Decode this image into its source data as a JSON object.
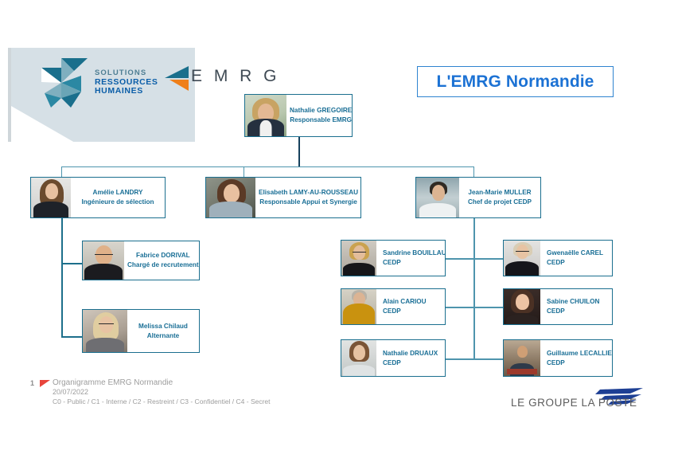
{
  "slide": {
    "title": "L'EMRG Normandie",
    "brand_srh": {
      "line1": "SOLUTIONS",
      "line2": "RESSOURCES",
      "line3": "HUMAINES",
      "logo_name": "solutions-rh-pinwheel-logo"
    },
    "brand_emrg": {
      "wordmark": "E M R G",
      "logo_name": "emrg-triangle-logo"
    }
  },
  "org": {
    "lead": {
      "name": "Nathalie GREGOIRE",
      "role": "Responsable EMRG"
    },
    "managers": [
      {
        "name": "Amélie LANDRY",
        "role": "Ingénieure de sélection"
      },
      {
        "name": "Elisabeth LAMY-AU-ROUSSEAU",
        "role": "Responsable Appui et Synergie"
      },
      {
        "name": "Jean-Marie MULLER",
        "role": "Chef de projet CEDP"
      }
    ],
    "recruitment_team": [
      {
        "name": "Fabrice DORIVAL",
        "role": "Chargé de recrutement"
      },
      {
        "name": "Melissa Chilaud",
        "role": "Alternante"
      }
    ],
    "cedp_left": [
      {
        "name": "Sandrine BOUILLAULT",
        "role": "CEDP"
      },
      {
        "name": "Alain CARIOU",
        "role": "CEDP"
      },
      {
        "name": "Nathalie DRUAUX",
        "role": "CEDP"
      }
    ],
    "cedp_right": [
      {
        "name": "Gwenaëlle CAREL",
        "role": "CEDP"
      },
      {
        "name": "Sabine CHUILON",
        "role": "CEDP"
      },
      {
        "name": "Guillaume LECALLIER",
        "role": "CEDP"
      }
    ]
  },
  "footer": {
    "page_number": "1",
    "document_title": "Organigramme EMRG Normandie",
    "date": "20/07/2022",
    "classification": "C0 - Public / C1 - Interne / C2 - Restreint / C3 - Confidentiel / C4 - Secret",
    "company": "LE GROUPE LA POSTE"
  },
  "colors": {
    "title_blue": "#1c72d4",
    "card_border": "#1b6f8f",
    "card_text": "#1a6f96",
    "connector": "#1d6f8b",
    "accent_orange": "#ef7f1a",
    "footer_grey": "#9d9d9d",
    "footer_red": "#e8453c",
    "laposte_blue": "#1d3f94"
  }
}
